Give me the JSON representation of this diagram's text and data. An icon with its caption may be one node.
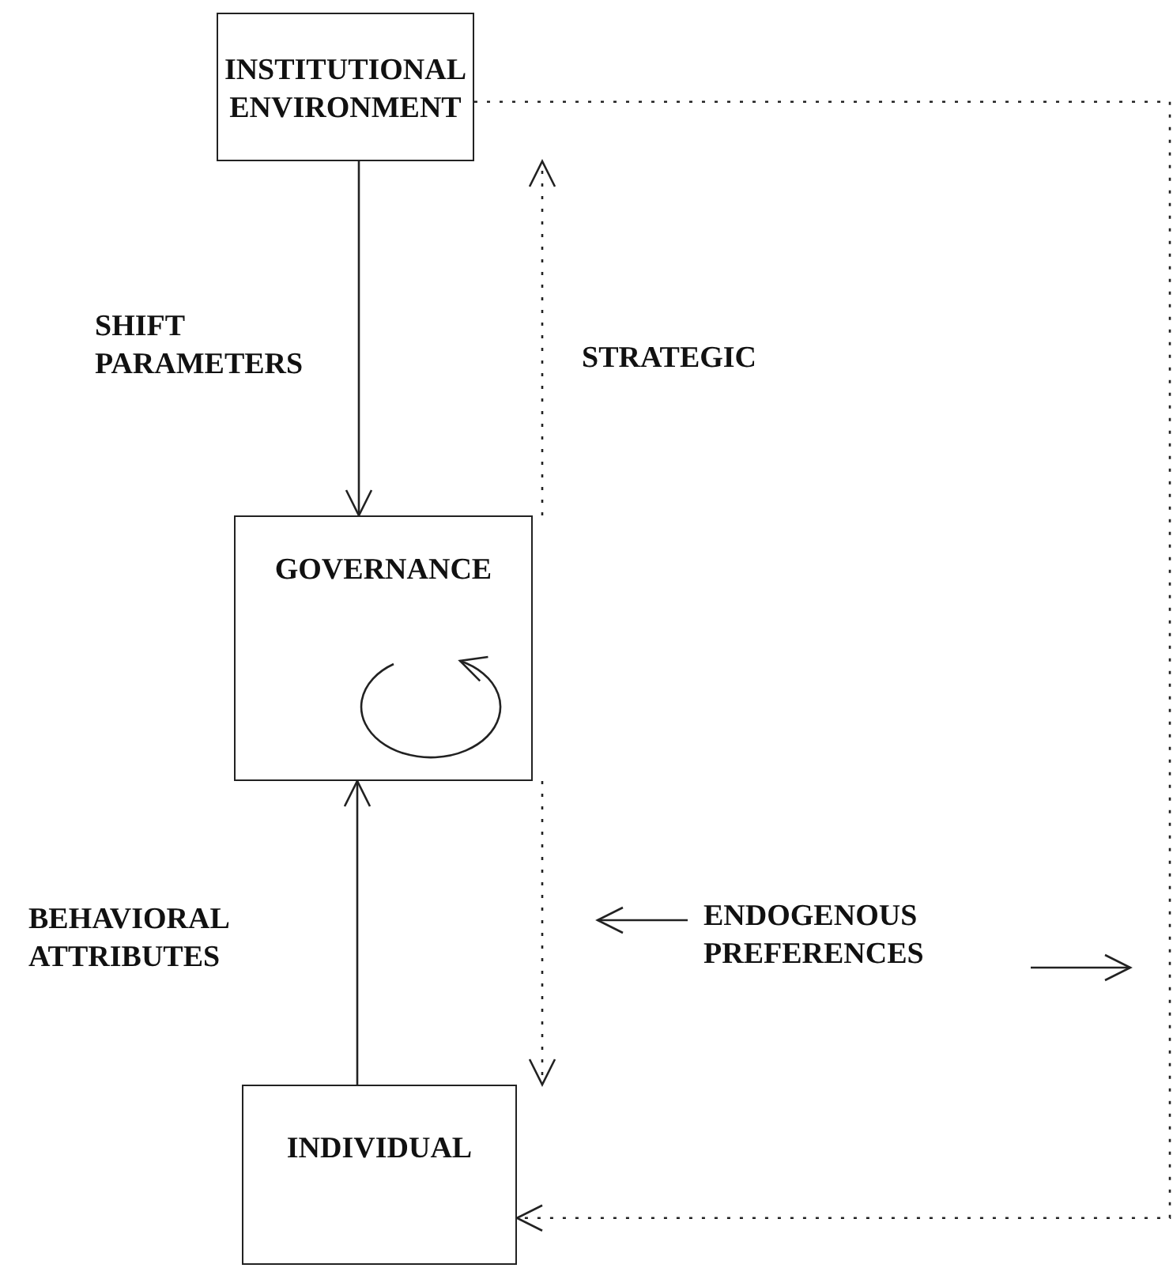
{
  "diagram": {
    "nodes": [
      {
        "text": [
          "INSTITUTIONAL ENVIRONMENT"
        ]
      },
      {
        "text": [
          "GOVERNANCE"
        ]
      },
      {
        "text": [
          "INDIVIDUAL"
        ]
      }
    ],
    "edges": [
      {
        "from": 0,
        "to": 1,
        "arrow": "to",
        "label": "SHIFT PARAMETERS"
      },
      {
        "from": 1,
        "to": 0,
        "arrow": "to",
        "style": "dashed",
        "label": "STRATEGIC"
      },
      {
        "from": 2,
        "to": 1,
        "arrow": "to",
        "label": "BEHAVIORAL ATTRIBUTES"
      },
      {
        "from": 1,
        "to": 2,
        "arrow": "to",
        "style": "dashed"
      },
      {
        "from": 0,
        "to": 2,
        "arrow": "to",
        "style": "dashed"
      }
    ],
    "labels": [
      "ENDOGENOUS PREFERENCES"
    ]
  }
}
